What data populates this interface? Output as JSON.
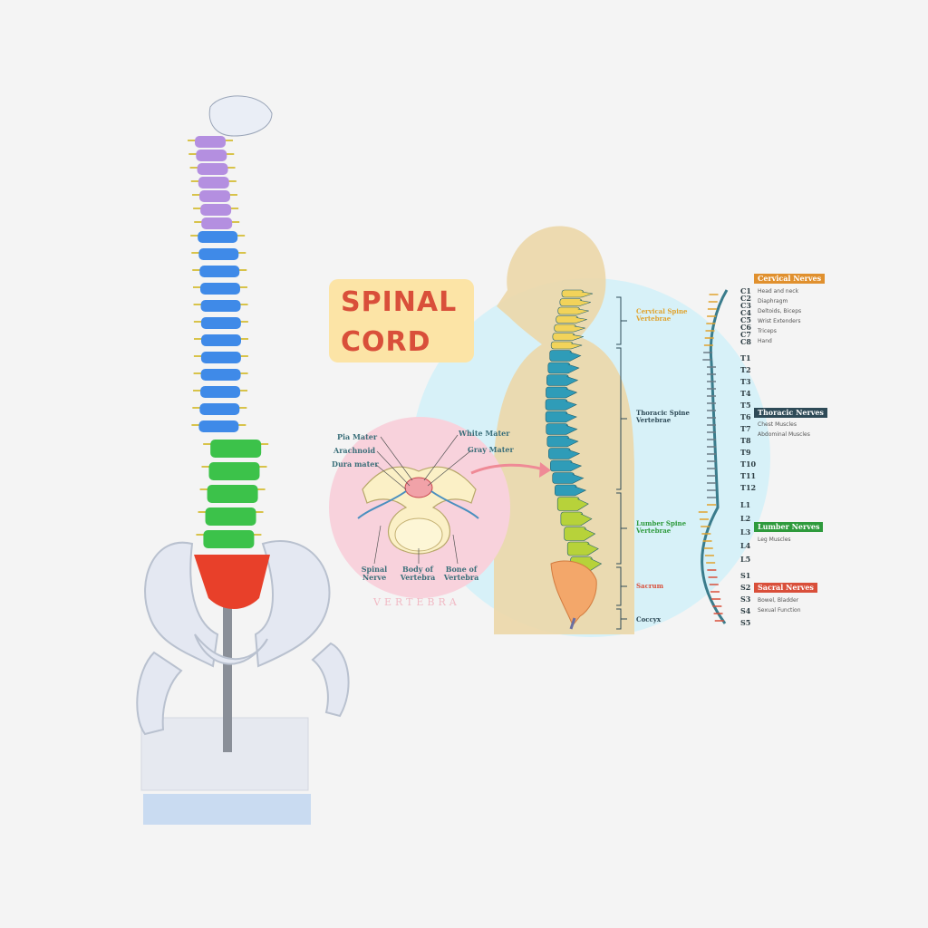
{
  "title": {
    "line1": "SPINAL",
    "line2": "CORD"
  },
  "cross_section": {
    "labels_left": [
      "Pia Mater",
      "Arachnoid",
      "Dura mater"
    ],
    "labels_right": [
      "White Mater",
      "Gray Mater"
    ],
    "labels_bottom": [
      "Spinal Nerve",
      "Body of Vertebra",
      "Bone of Vertebra"
    ],
    "caption": "VERTEBRA"
  },
  "regions": [
    {
      "name": "Cervical Spine Vertebrae",
      "color": "#e0a32e"
    },
    {
      "name": "Thoracic Spine Vertebrae",
      "color": "#2e4a57"
    },
    {
      "name": "Lumber Spine Vertebrae",
      "color": "#2e9a3c"
    },
    {
      "name": "Sacrum",
      "color": "#d94f3a"
    },
    {
      "name": "Coccyx",
      "color": "#2e4a57"
    }
  ],
  "levels": {
    "cervical": [
      "C1",
      "C2",
      "C3",
      "C4",
      "C5",
      "C6",
      "C7",
      "C8"
    ],
    "thoracic": [
      "T1",
      "T2",
      "T3",
      "T4",
      "T5",
      "T6",
      "T7",
      "T8",
      "T9",
      "T10",
      "T11",
      "T12"
    ],
    "lumbar": [
      "L1",
      "L2",
      "L3",
      "L4",
      "L5"
    ],
    "sacral": [
      "S1",
      "S2",
      "S3",
      "S4",
      "S5"
    ]
  },
  "nerves": {
    "cervical": {
      "title": "Cervical Nerves",
      "color": "#e0902e",
      "items": [
        "Head and neck",
        "Diaphragm",
        "Deltoids, Biceps",
        "Wrist Extenders",
        "Triceps",
        "Hand"
      ]
    },
    "thoracic": {
      "title": "Thoracic Nerves",
      "color": "#2e4a57",
      "items": [
        "Chest Muscles",
        "Abdominal Muscles"
      ]
    },
    "lumbar": {
      "title": "Lumber Nerves",
      "color": "#2e9a3c",
      "items": [
        "Leg Muscles"
      ]
    },
    "sacral": {
      "title": "Sacral Nerves",
      "color": "#d94f3a",
      "items": [
        "Bowel, Bladder",
        "Sexual Function"
      ]
    }
  },
  "colors": {
    "model_cervical": "#b48fe0",
    "model_thoracic": "#3f8ae8",
    "model_lumbar": "#3cc24a",
    "model_sacrum": "#e8402a",
    "model_bone": "#eaeef6",
    "diagram_circle": "#d7f1f8",
    "section_circle": "#f8d2dc",
    "silhouette": "#ecd7a8"
  }
}
